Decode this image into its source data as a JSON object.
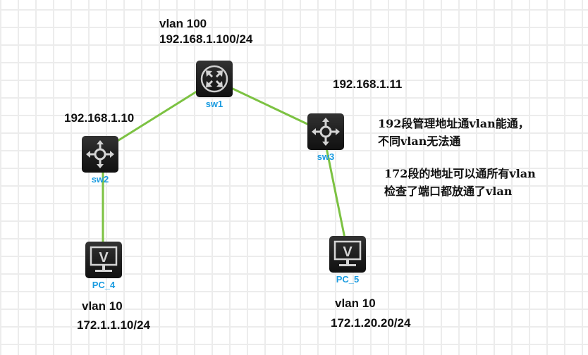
{
  "diagram": {
    "link_color": "#7cc242",
    "label_color": "#1a9be0",
    "nodes": [
      {
        "id": "sw1",
        "label": "sw1",
        "type": "router",
        "icon": "router-icon"
      },
      {
        "id": "sw2",
        "label": "sw2",
        "type": "switch",
        "icon": "switch-icon"
      },
      {
        "id": "sw3",
        "label": "sw3",
        "type": "switch",
        "icon": "switch-icon"
      },
      {
        "id": "pc4",
        "label": "PC_4",
        "type": "pc",
        "icon": "pc-monitor-icon"
      },
      {
        "id": "pc5",
        "label": "PC_5",
        "type": "pc",
        "icon": "pc-monitor-icon"
      }
    ],
    "links": [
      {
        "from": "sw1",
        "to": "sw2"
      },
      {
        "from": "sw1",
        "to": "sw3"
      },
      {
        "from": "sw2",
        "to": "pc4"
      },
      {
        "from": "sw3",
        "to": "pc5"
      }
    ],
    "annotations": {
      "sw1_vlan": "vlan 100",
      "sw1_ip": "192.168.1.100/24",
      "sw2_ip": "192.168.1.10",
      "sw3_ip": "192.168.1.11",
      "note1_line1": "192段管理地址通vlan能通，",
      "note1_line2": "不同vlan无法通",
      "note2_line1": "172段的地址可以通所有vlan",
      "note2_line2": "检查了端口都放通了vlan",
      "pc4_vlan": "vlan 10",
      "pc4_ip": "172.1.1.10/24",
      "pc5_vlan": "vlan 10",
      "pc5_ip": "172.1.20.20/24"
    }
  }
}
